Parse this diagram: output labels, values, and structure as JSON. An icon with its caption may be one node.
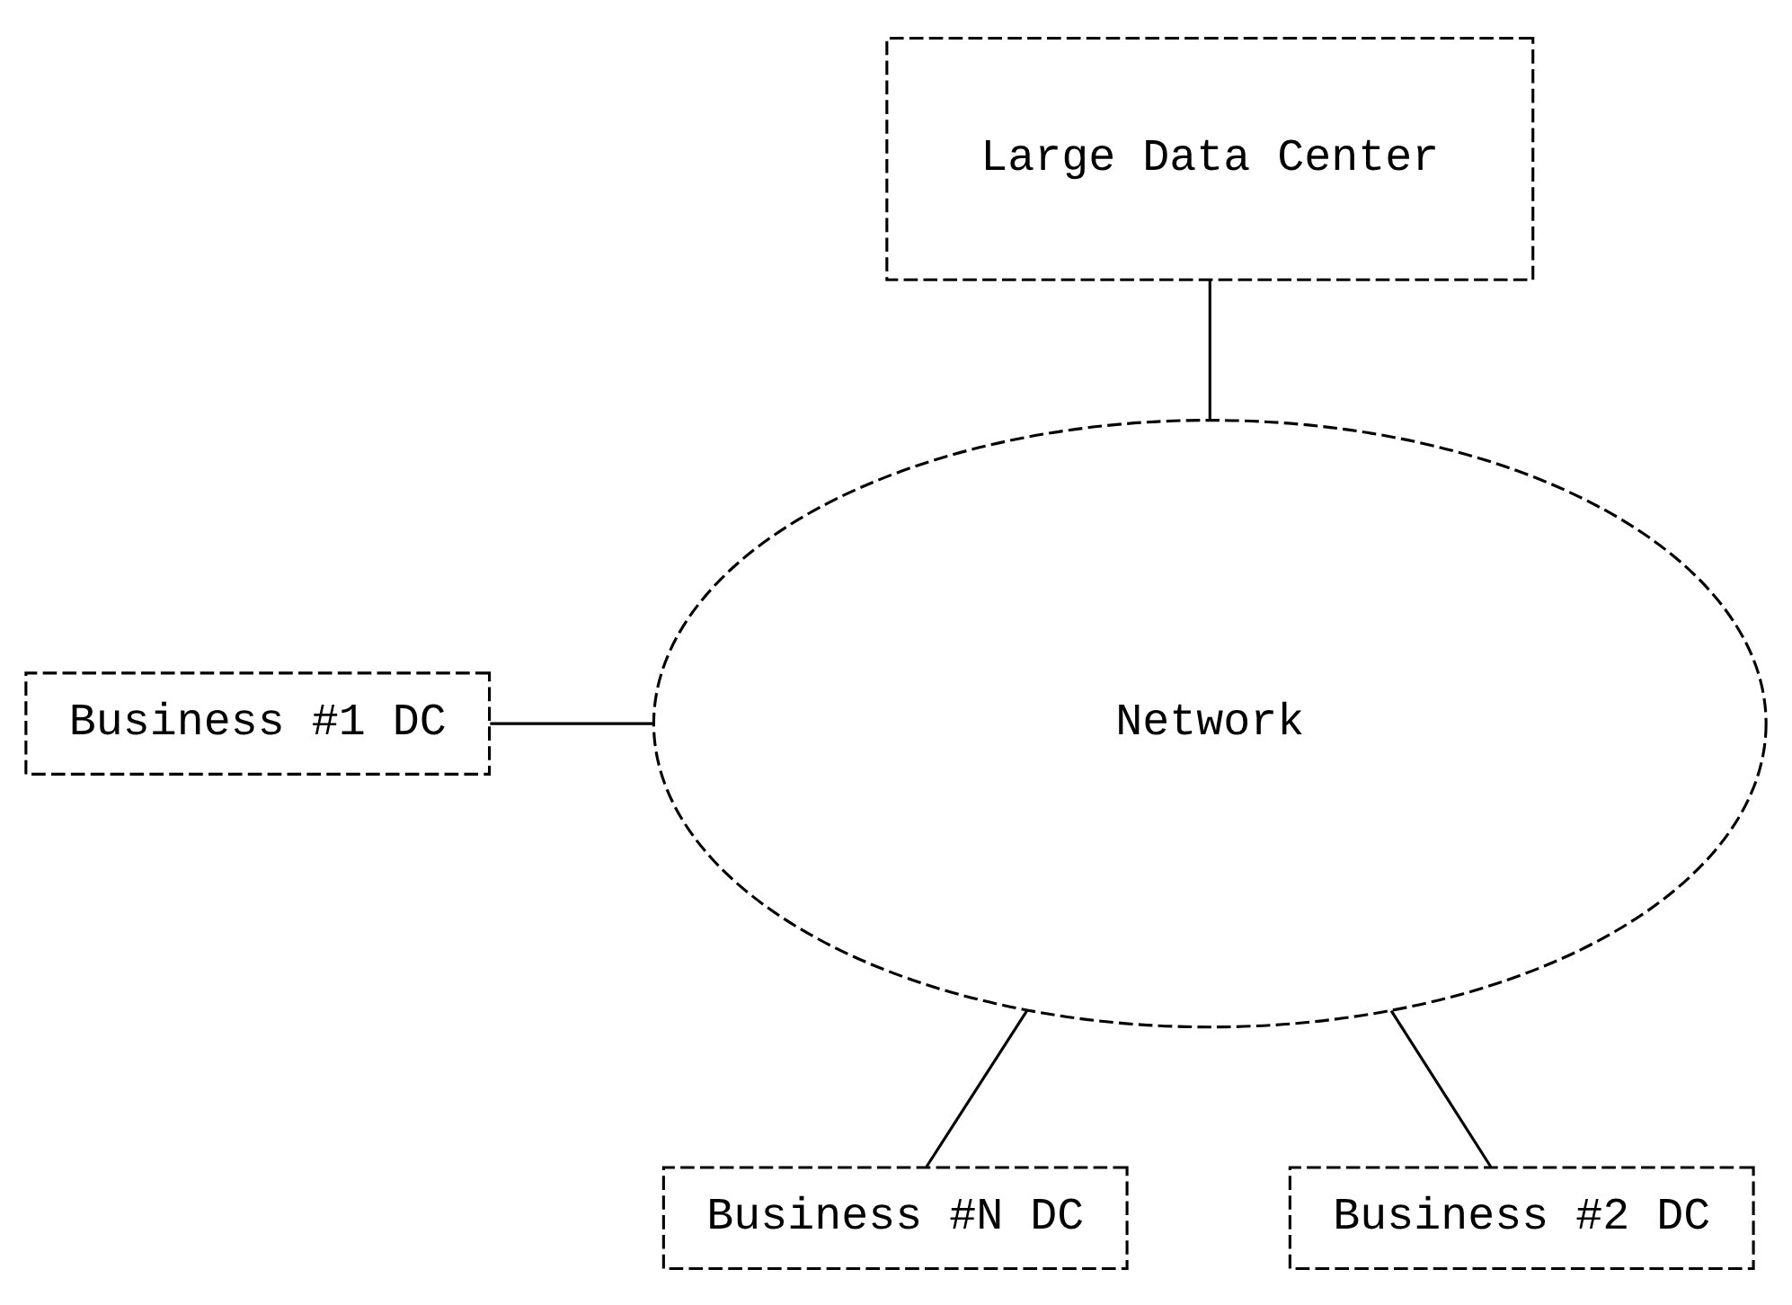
{
  "diagram": {
    "nodes": [
      {
        "text": [
          "Large Data Center"
        ]
      },
      {
        "text": [
          "Business #1 DC"
        ]
      },
      {
        "text": [
          "Network"
        ]
      },
      {
        "text": [
          "Business #N DC"
        ]
      },
      {
        "text": [
          "Business #2 DC"
        ]
      }
    ],
    "edges": [
      {
        "from": 0,
        "to": 2,
        "arrow": "none"
      },
      {
        "from": 1,
        "to": 2,
        "arrow": "none"
      },
      {
        "from": 2,
        "to": 3,
        "arrow": "none"
      },
      {
        "from": 2,
        "to": 4,
        "arrow": "none"
      }
    ]
  }
}
